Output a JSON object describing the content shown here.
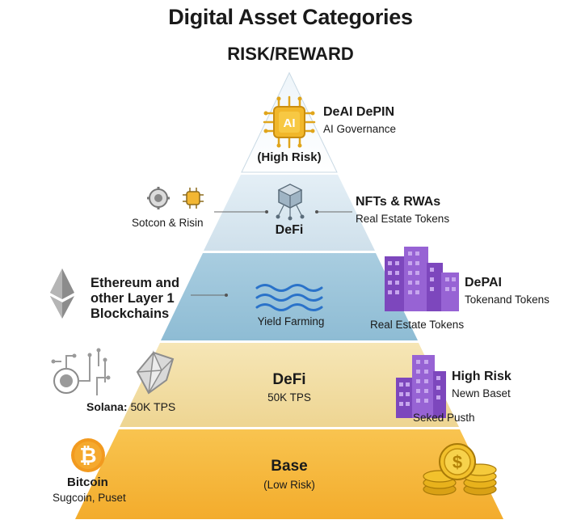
{
  "header": {
    "title": "Digital Asset Categories",
    "subtitle": "RISK/REWARD"
  },
  "tiers": {
    "top": {
      "name": "DeAI DePIN",
      "detail": "AI Governance",
      "risk": "(High Risk)",
      "icon_text": "AI"
    },
    "second": {
      "left_label": "Sotcon & Risin",
      "center": "DeFi",
      "right_title": "NFTs & RWAs",
      "right_detail": "Real Estate Tokens"
    },
    "third": {
      "left_title": "Ethereum and other Layer 1 Blockchains",
      "center": "Yield Farming",
      "bottom": "Real Estate Tokens",
      "right_title": "DePAI",
      "right_detail": "Tokenand Tokens"
    },
    "fourth": {
      "left_bold": "Solana:",
      "left_detail": "50K TPS",
      "center": "DeFi",
      "center_detail": "50K TPS",
      "right_title": "High Risk",
      "right_detail": "Newn Baset",
      "right_bottom": "Seked Pusth"
    },
    "base": {
      "left_title": "Bitcoin",
      "left_detail": "Sugcoin, Puset",
      "center": "Base",
      "center_detail": "(Low Risk)"
    }
  },
  "colors": {
    "tier1": "#ffffff",
    "tier2": "#dce9f1",
    "tier3": "#9cc5da",
    "tier4": "#f1dca2",
    "tier5": "#f6b73c",
    "building": "#8a55c6",
    "coin": "#e8b21c"
  },
  "icons": [
    "ai-chip-icon",
    "gear-cluster-icon",
    "gear-chip-icon",
    "cube-network-icon",
    "ethereum-icon",
    "wave-icon",
    "building-icon",
    "circuit-icon",
    "solana-shape-icon",
    "bitcoin-icon",
    "coin-stack-icon"
  ]
}
